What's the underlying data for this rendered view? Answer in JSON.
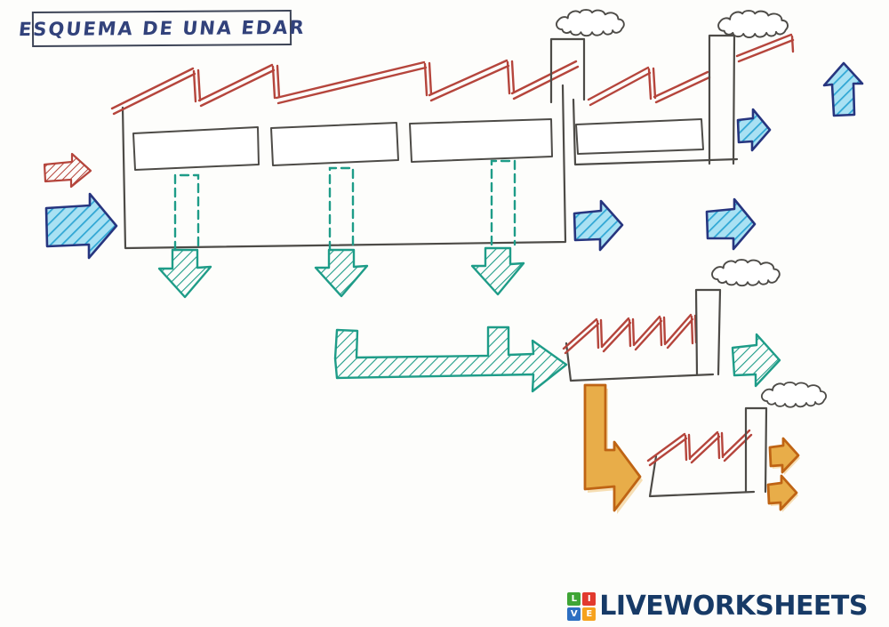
{
  "title": {
    "text": "ESQUEMA DE UNA EDAR"
  },
  "watermark": {
    "brand": "LIVEWORKSHEETS",
    "tiles": [
      {
        "letter": "L",
        "color": "#3fa535"
      },
      {
        "letter": "I",
        "color": "#e23a2e"
      },
      {
        "letter": "V",
        "color": "#2d6fc1"
      },
      {
        "letter": "E",
        "color": "#f6a21d"
      }
    ]
  },
  "colors": {
    "paper": "#fdfdfb",
    "ink": "#4d4b47",
    "red": "#b5453c",
    "navy": "#27357f",
    "cyan_fill": "#a9e1f3",
    "cyan_hatch": "#2fa6d4",
    "teal": "#1e9c88",
    "orange_fill": "#e8ad49",
    "orange_outline": "#bf6414",
    "orange_halo": "#f0c478",
    "title_ink": "#32427b",
    "logo_navy": "#173a66"
  }
}
